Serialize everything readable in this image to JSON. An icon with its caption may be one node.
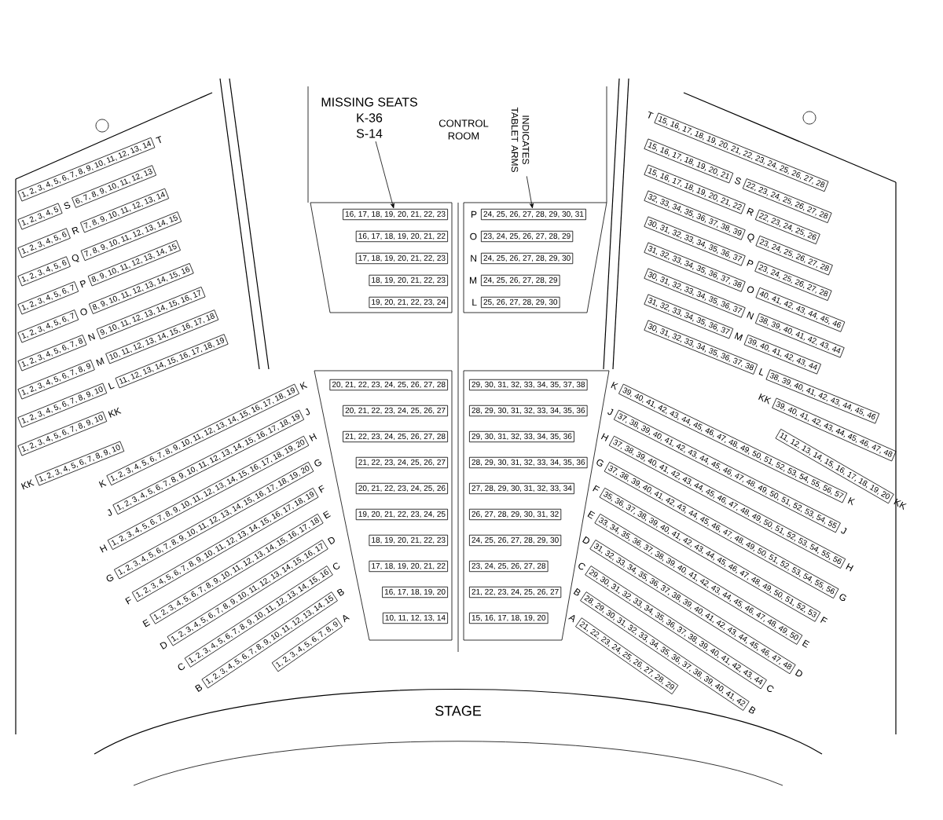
{
  "diagram": {
    "nodes": [
      {
        "text": [
          "MISSING SEATS",
          "K-36",
          "S-14"
        ]
      },
      {
        "text": [
          "INDICATES TABLET ARMS"
        ]
      },
      {
        "text": [
          "1, 2, 3, 4, 5, 6, 7, 8, 9, 10, 11, 12, 13, 14"
        ],
        "beside": [
          "T"
        ]
      },
      {
        "text": [
          "1, 2, 3, 4, 5"
        ],
        "beside": [
          "S"
        ]
      },
      {
        "text": [
          "6, 7, 8, 9, 10, 11, 12, 13"
        ]
      },
      {
        "text": [
          "1, 2, 3, 4, 5, 6"
        ],
        "beside": [
          "R"
        ]
      },
      {
        "text": [
          "7, 8, 9, 10, 11, 12, 13, 14"
        ]
      },
      {
        "text": [
          "1, 2, 3, 4, 5, 6"
        ],
        "beside": [
          "Q"
        ]
      },
      {
        "text": [
          "7, 8, 9, 10, 11, 12, 13, 14, 15"
        ]
      },
      {
        "text": [
          "1, 2, 3, 4, 5, 6, 7"
        ],
        "beside": [
          "P"
        ]
      },
      {
        "text": [
          "8, 9, 10, 11, 12, 13, 14, 15"
        ]
      },
      {
        "text": [
          "1, 2, 3, 4, 5, 6, 7"
        ],
        "beside": [
          "O"
        ]
      },
      {
        "text": [
          "8, 9, 10, 11, 12, 13, 14, 15, 16"
        ]
      },
      {
        "text": [
          "1, 2, 3, 4, 5, 6, 7, 8"
        ],
        "beside": [
          "N"
        ]
      },
      {
        "text": [
          "9, 10, 11, 12, 13, 14, 15, 16, 17"
        ]
      },
      {
        "text": [
          "1, 2, 3, 4, 5, 6, 7, 8, 9"
        ],
        "beside": [
          "M"
        ]
      },
      {
        "text": [
          "10, 11, 12, 13, 14, 15, 16, 17, 18"
        ]
      },
      {
        "text": [
          "1, 2, 3, 4, 5, 6, 7, 8, 9, 10"
        ],
        "beside": [
          "L"
        ]
      },
      {
        "text": [
          "11, 12, 13, 14, 15, 16, 17, 18, 19"
        ]
      },
      {
        "text": [
          "1, 2, 3, 4, 5, 6, 7, 8, 9, 10"
        ],
        "beside": [
          "KK"
        ]
      },
      {
        "text": [
          "1, 2, 3, 4, 5, 6, 7, 8, 9, 10"
        ],
        "beside": [
          "KK"
        ]
      },
      {
        "text": [
          "15, 16, 17, 18, 19, 20, 21, 22, 23, 24, 25, 26, 27, 28"
        ],
        "beside": [
          "T"
        ]
      },
      {
        "text": [
          "15, 16, 17, 18, 19, 20, 21"
        ],
        "beside": [
          "S"
        ]
      },
      {
        "text": [
          "22, 23, 24, 25, 26, 27, 28"
        ]
      },
      {
        "text": [
          "15, 16, 17, 18, 19, 20, 21, 22"
        ],
        "beside": [
          "R"
        ]
      },
      {
        "text": [
          "22, 23, 24, 25, 26"
        ]
      },
      {
        "text": [
          "32, 33, 34, 35, 36, 37, 38, 39"
        ],
        "beside": [
          "Q"
        ]
      },
      {
        "text": [
          "23, 24, 25, 26, 27, 28"
        ]
      },
      {
        "text": [
          "30, 31, 32, 33, 34, 35, 36, 37"
        ],
        "beside": [
          "P"
        ]
      },
      {
        "text": [
          "23, 24, 25, 26, 27, 28"
        ]
      },
      {
        "text": [
          "31, 32, 33, 34, 35, 36, 37, 38"
        ],
        "beside": [
          "O"
        ]
      },
      {
        "text": [
          "40, 41, 42, 43, 44, 45, 46"
        ]
      },
      {
        "text": [
          "30, 31, 32, 33, 34, 35, 36, 37"
        ],
        "beside": [
          "N"
        ]
      },
      {
        "text": [
          "38, 39, 40, 41, 42, 43, 44"
        ]
      },
      {
        "text": [
          "31, 32, 33, 34, 35, 36, 37"
        ],
        "beside": [
          "M"
        ]
      },
      {
        "text": [
          "39, 40, 41, 42, 43, 44"
        ]
      },
      {
        "text": [
          "30, 31, 32, 33, 34, 35, 36, 37, 38"
        ],
        "beside": [
          "L"
        ]
      },
      {
        "text": [
          "38, 39, 40, 41, 42, 43, 44, 45, 46"
        ]
      },
      {
        "text": [
          "39, 40, 41, 42, 43, 44, 45, 46, 47, 48"
        ],
        "beside": [
          "KK"
        ]
      },
      {
        "text": [
          "11, 12, 13, 14, 15, 16, 17, 18, 19, 20"
        ],
        "beside": [
          "KK"
        ]
      },
      {
        "text": [
          "16, 17, 18, 19, 20, 21, 22, 23"
        ]
      },
      {
        "text": [
          "24, 25, 26, 27, 28, 29, 30, 31"
        ],
        "beside": [
          "P"
        ]
      },
      {
        "text": [
          "16, 17, 18, 19, 20, 21, 22"
        ]
      },
      {
        "text": [
          "23, 24, 25, 26, 27, 28, 29"
        ],
        "beside": [
          "O"
        ]
      },
      {
        "text": [
          "17, 18, 19, 20, 21, 22, 23"
        ]
      },
      {
        "text": [
          "24, 25, 26, 27, 28, 29, 30"
        ],
        "beside": [
          "N"
        ]
      },
      {
        "text": [
          "18, 19, 20, 21, 22, 23"
        ]
      },
      {
        "text": [
          "24, 25, 26, 27, 28, 29"
        ],
        "beside": [
          "M"
        ]
      },
      {
        "text": [
          "19, 20, 21, 22, 23, 24"
        ]
      },
      {
        "text": [
          "25, 26, 27, 28, 29, 30"
        ],
        "beside": [
          "L"
        ]
      },
      {
        "text": [
          "20, 21, 22, 23, 24, 25, 26, 27, 28"
        ]
      },
      {
        "text": [
          "29, 30, 31, 32, 33, 34, 35, 37, 38"
        ]
      },
      {
        "text": [
          "20, 21, 22, 23, 24, 25, 26, 27"
        ]
      },
      {
        "text": [
          "28, 29, 30, 31, 32, 33, 34, 35, 36"
        ]
      },
      {
        "text": [
          "21, 22, 23, 24, 25, 26, 27, 28"
        ]
      },
      {
        "text": [
          "29, 30, 31, 32, 33, 34, 35, 36"
        ]
      },
      {
        "text": [
          "21, 22, 23, 24, 25, 26, 27"
        ]
      },
      {
        "text": [
          "28, 29, 30, 31, 32, 33, 34, 35, 36"
        ]
      },
      {
        "text": [
          "20, 21, 22, 23, 24, 25, 26"
        ]
      },
      {
        "text": [
          "27, 28, 29, 30, 31, 32, 33, 34"
        ]
      },
      {
        "text": [
          "19, 20, 21, 22, 23, 24, 25"
        ]
      },
      {
        "text": [
          "26, 27, 28, 29, 30, 31, 32"
        ]
      },
      {
        "text": [
          "18, 19, 20, 21, 22, 23"
        ]
      },
      {
        "text": [
          "24, 25, 26, 27, 28, 29, 30"
        ]
      },
      {
        "text": [
          "17, 18, 19, 20, 21, 22"
        ]
      },
      {
        "text": [
          "23, 24, 25, 26, 27, 28"
        ]
      },
      {
        "text": [
          "16, 17, 18, 19, 20"
        ]
      },
      {
        "text": [
          "21, 22, 23, 24, 25, 26, 27"
        ]
      },
      {
        "text": [
          "10, 11, 12, 13, 14"
        ]
      },
      {
        "text": [
          "15, 16, 17, 18, 19, 20"
        ]
      },
      {
        "text": [
          "1, 2, 3, 4, 5, 6, 7, 8, 9, 10, 11, 12, 13, 14, 15, 16, 17, 18, 19"
        ],
        "beside": [
          "K",
          "K"
        ]
      },
      {
        "text": [
          "1, 2, 3, 4, 5, 6, 7, 8, 9, 10, 11, 12, 13, 14, 15, 16, 17, 18, 19"
        ],
        "beside": [
          "J",
          "J"
        ]
      },
      {
        "text": [
          "1, 2, 3, 4, 5, 6, 7, 8, 9, 10, 11, 12, 13, 14, 15, 16, 17, 18, 19, 20"
        ],
        "beside": [
          "H",
          "H"
        ]
      },
      {
        "text": [
          "1, 2, 3, 4, 5, 6, 7, 8, 9, 10, 11, 12, 13, 14, 15, 16, 17, 18, 19, 20"
        ],
        "beside": [
          "G",
          "G"
        ]
      },
      {
        "text": [
          "1, 2, 3, 4, 5, 6, 7, 8, 9, 10, 11, 12, 13, 14, 15, 16, 17, 18, 19"
        ],
        "beside": [
          "F",
          "F"
        ]
      },
      {
        "text": [
          "1, 2, 3, 4, 5, 6, 7, 8, 9, 10, 11, 12, 13, 14, 15, 16, 17, 18"
        ],
        "beside": [
          "E",
          "E"
        ]
      },
      {
        "text": [
          "1, 2, 3, 4, 5, 6, 7, 8, 9, 10, 11, 12, 13, 14, 15, 16, 17"
        ],
        "beside": [
          "D",
          "D"
        ]
      },
      {
        "text": [
          "1, 2, 3, 4, 5, 6, 7, 8, 9, 10, 11, 12, 13, 14, 15, 16"
        ],
        "beside": [
          "C",
          "C"
        ]
      },
      {
        "text": [
          "1, 2, 3, 4, 5, 6, 7, 8, 9, 10, 11, 12, 13, 14, 15"
        ],
        "beside": [
          "B",
          "B"
        ]
      },
      {
        "text": [
          "1, 2, 3, 4, 5, 6, 7, 8, 9"
        ],
        "beside": [
          "A"
        ]
      },
      {
        "text": [
          "39, 40, 41, 42, 43, 44, 45, 46, 47, 48, 49, 50, 51, 52, 53, 54, 55, 56, 57"
        ],
        "beside": [
          "K",
          "K"
        ]
      },
      {
        "text": [
          "37, 38, 39, 40, 41, 42, 43, 44, 45, 46, 47, 48, 49, 50, 51, 52, 53, 54, 55"
        ],
        "beside": [
          "J",
          "J"
        ]
      },
      {
        "text": [
          "37, 38, 39, 40, 41, 42, 43, 44, 45, 46, 47, 48, 49, 50, 51, 52, 53, 54, 55, 56"
        ],
        "beside": [
          "H",
          "H"
        ]
      },
      {
        "text": [
          "37, 38, 39, 40, 41, 42, 43, 44, 45, 46, 47, 48, 49, 50, 51, 52, 53, 54, 55, 56"
        ],
        "beside": [
          "G",
          "G"
        ]
      },
      {
        "text": [
          "35, 36, 37, 38, 39, 40, 41, 42, 43, 44, 45, 46, 47, 48, 49, 50, 51, 52, 53"
        ],
        "beside": [
          "F",
          "F"
        ]
      },
      {
        "text": [
          "33, 34, 35, 36, 37, 38, 39, 40, 41, 42, 43, 44, 45, 46, 47, 48, 49, 50"
        ],
        "beside": [
          "E",
          "E"
        ]
      },
      {
        "text": [
          "31, 32, 33, 34, 35, 36, 37, 38, 39, 40, 41, 42, 43, 44, 45, 46, 47, 48"
        ],
        "beside": [
          "D",
          "D"
        ]
      },
      {
        "text": [
          "29, 30, 31, 32, 33, 34, 35, 36, 37, 38, 39, 40, 41, 42, 43, 44"
        ],
        "beside": [
          "C",
          "C"
        ]
      },
      {
        "text": [
          "28, 29, 30, 31, 32, 33, 34, 35, 36, 37, 38, 39, 40, 41, 42"
        ],
        "beside": [
          "B",
          "B"
        ]
      },
      {
        "text": [
          "21, 22, 23, 24, 25, 26, 27, 28, 29"
        ],
        "beside": [
          "A"
        ]
      }
    ],
    "edges": [
      {
        "from": 0,
        "to": 40,
        "arrow": "to"
      },
      {
        "from": 1,
        "to": 41,
        "arrow": "to"
      }
    ],
    "labels": [
      "CONTROL ROOM",
      "STAGE"
    ]
  }
}
